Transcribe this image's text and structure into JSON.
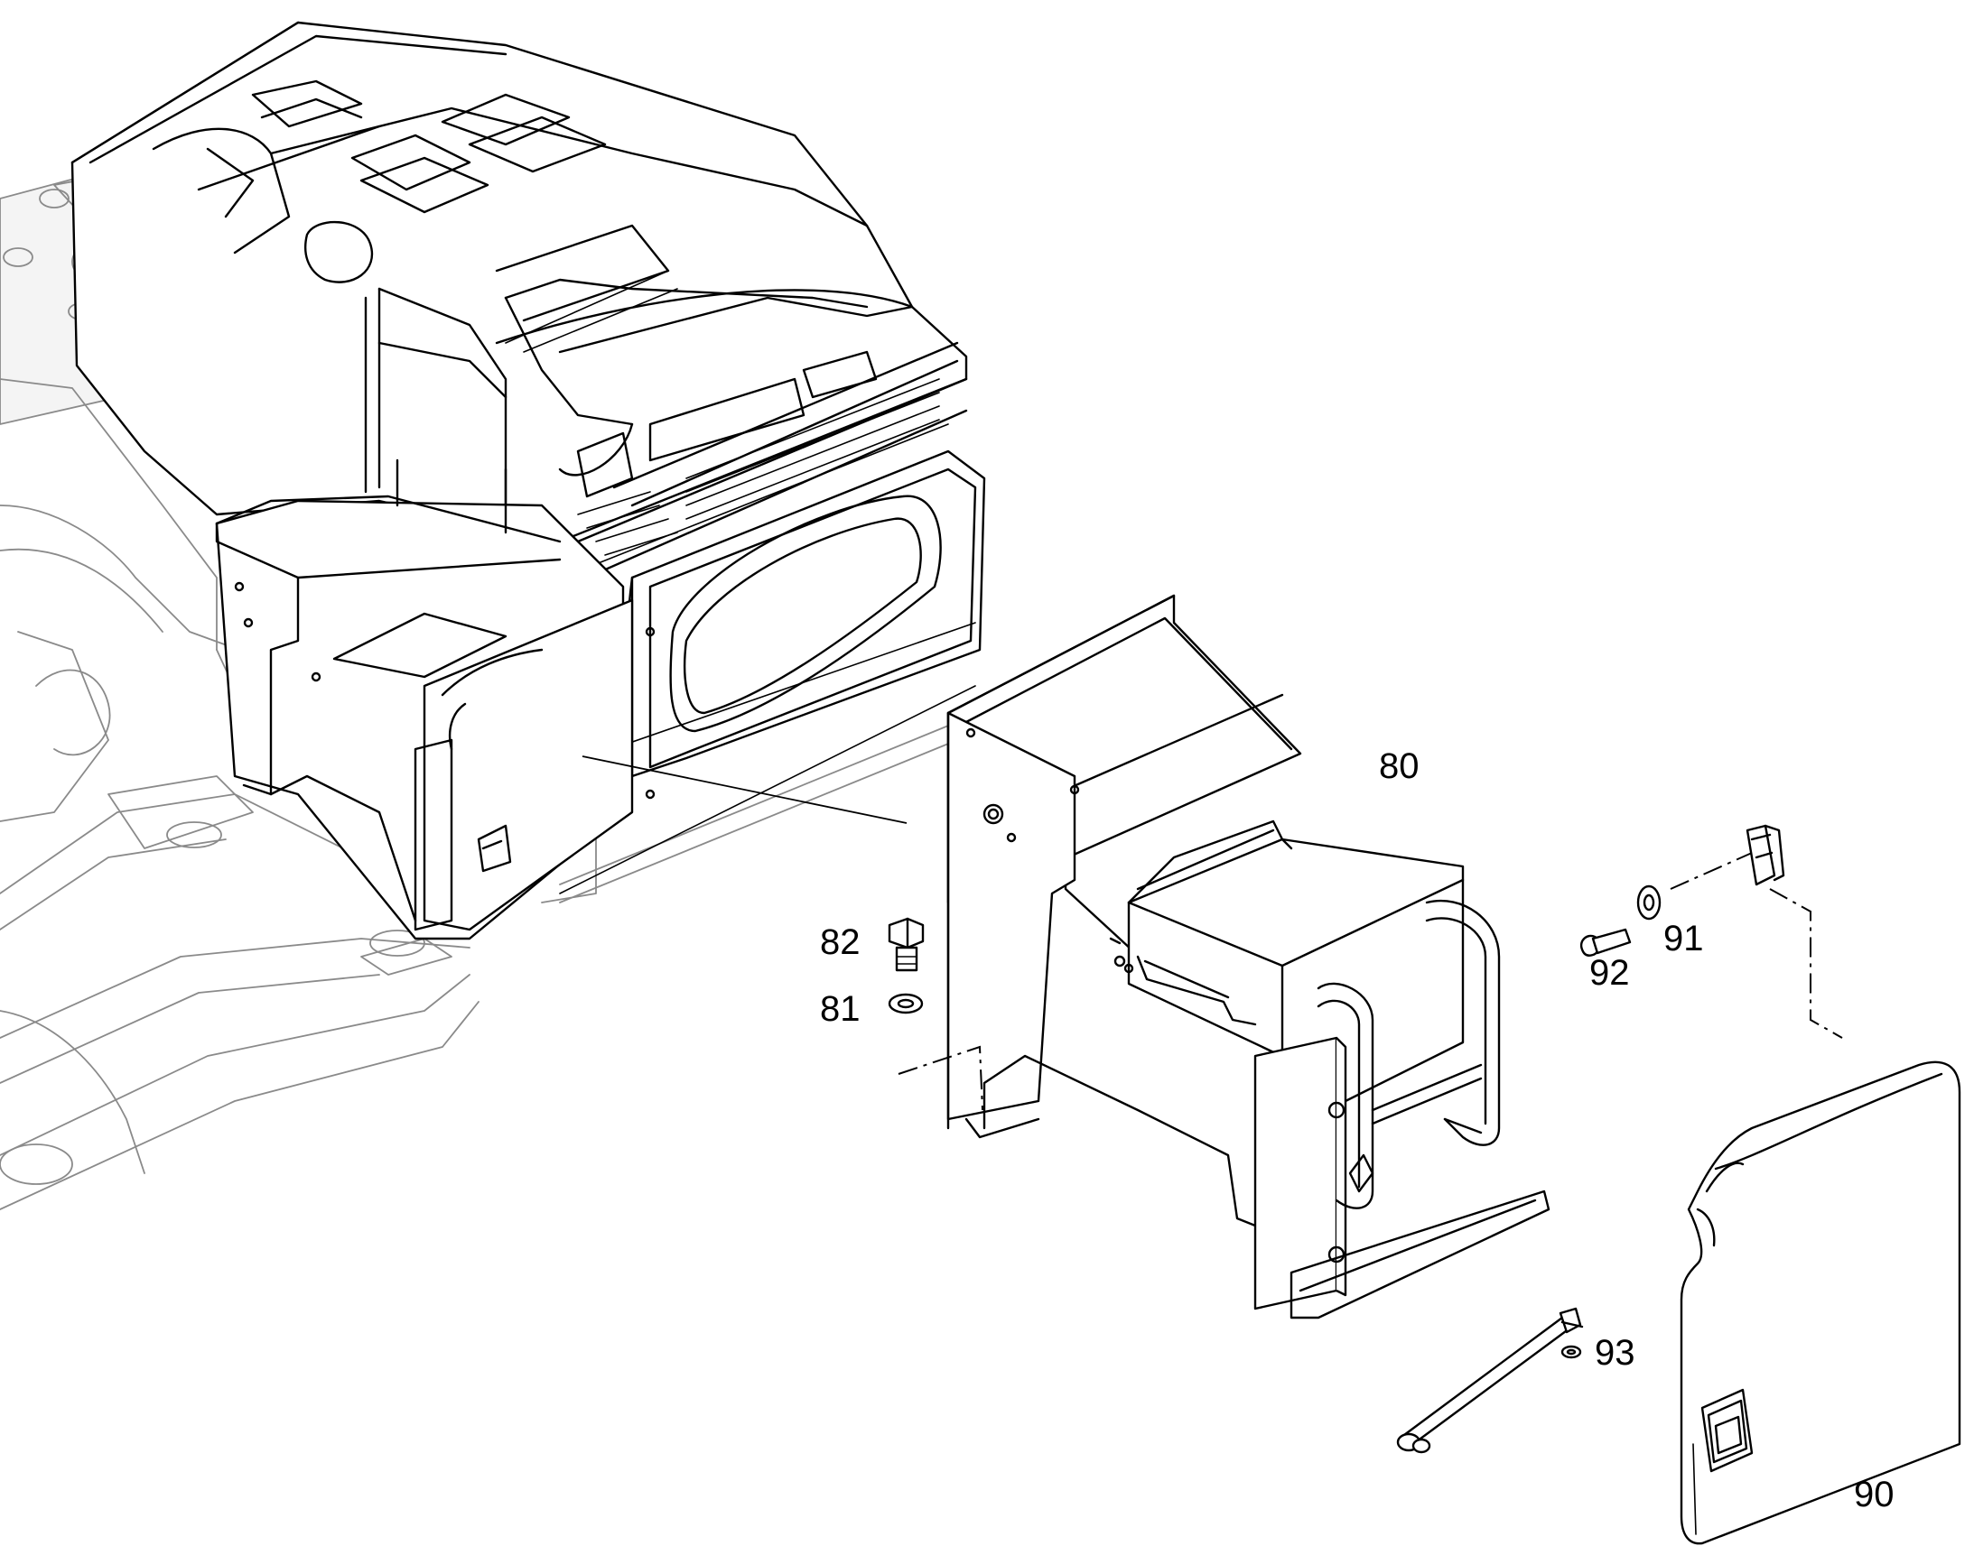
{
  "diagram": {
    "callouts": [
      {
        "id": "80",
        "text": "80"
      },
      {
        "id": "81",
        "text": "81"
      },
      {
        "id": "82",
        "text": "82"
      },
      {
        "id": "90",
        "text": "90"
      },
      {
        "id": "91",
        "text": "91"
      },
      {
        "id": "92",
        "text": "92"
      },
      {
        "id": "93",
        "text": "93"
      }
    ]
  }
}
